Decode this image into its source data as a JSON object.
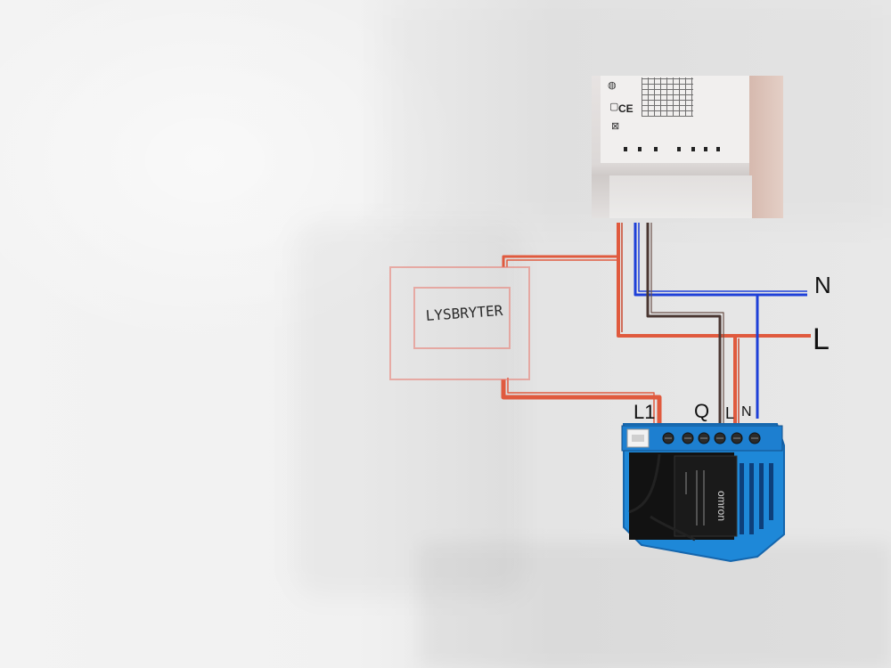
{
  "diagram": {
    "switch": {
      "label": "LYSBRYTER"
    },
    "external_terminals": {
      "neutral": "N",
      "live": "L"
    },
    "module_terminals": {
      "l1": "L1",
      "q": "Q",
      "l": "L",
      "n": "N"
    },
    "relay": {
      "brand": "omron"
    },
    "colors": {
      "live_wire": "#e05a3e",
      "neutral_wire": "#1e40d8",
      "load_wire": "#4a3732",
      "module_body": "#1e88d8"
    }
  }
}
